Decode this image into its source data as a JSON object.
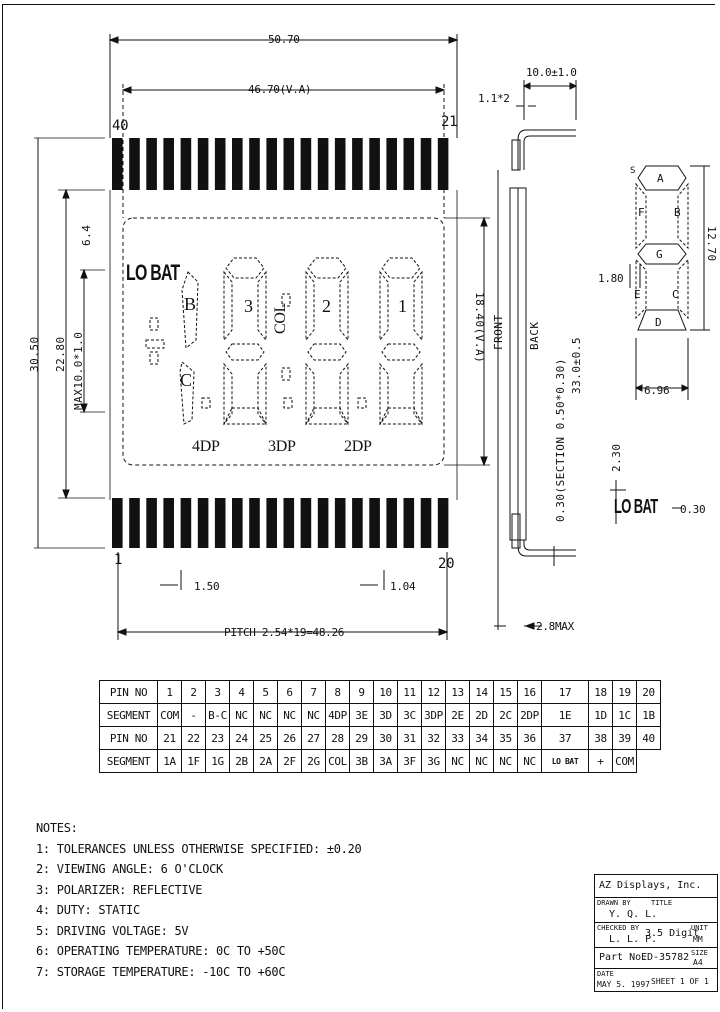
{
  "dimensions": {
    "overall_width": "50.70",
    "va_width": "46.70(V.A)",
    "pin_first_top": "40",
    "pin_last_top": "21",
    "pin_first_bottom": "1",
    "pin_last_bottom": "20",
    "height_total": "30.50",
    "height_inner": "22.80",
    "max_height": "MAX10.0*1.0",
    "top_margin": "6.4",
    "va_height": "18.40(V.A)",
    "pin_offset": "1.50",
    "pin_gap": "1.04",
    "pitch": "PITCH 2.54*19=48.26"
  },
  "side_view": {
    "thickness": "10.0±1.0",
    "lead": "1.1*2",
    "front": "FRONT",
    "back": "BACK",
    "section": "0.30(SECTION 0.50*0.30)",
    "length": "33.0±0.5",
    "max": "2.8MAX"
  },
  "lcd": {
    "lobat": "LO BAT",
    "digit_labels": [
      "3",
      "2",
      "1"
    ],
    "seg_b": "B",
    "seg_c": "C",
    "col": "COL",
    "dp_labels": [
      "4DP",
      "3DP",
      "2DP"
    ]
  },
  "segment_detail": {
    "labels": {
      "a": "A",
      "b": "B",
      "c": "C",
      "d": "D",
      "e": "E",
      "f": "F",
      "g": "G",
      "s": "S"
    },
    "height": "12.70",
    "stroke": "1.80",
    "width": "6.96"
  },
  "lobat_detail": {
    "label": "LO BAT",
    "height": "2.30",
    "stroke": "0.30"
  },
  "pin_table": [
    {
      "header": "PIN NO",
      "cells": [
        "1",
        "2",
        "3",
        "4",
        "5",
        "6",
        "7",
        "8",
        "9",
        "10",
        "11",
        "12",
        "13",
        "14",
        "15",
        "16",
        "17",
        "18",
        "19",
        "20"
      ]
    },
    {
      "header": "SEGMENT",
      "cells": [
        "COM",
        "-",
        "B-C",
        "NC",
        "NC",
        "NC",
        "NC",
        "4DP",
        "3E",
        "3D",
        "3C",
        "3DP",
        "2E",
        "2D",
        "2C",
        "2DP",
        "1E",
        "1D",
        "1C",
        "1B"
      ]
    },
    {
      "header": "PIN NO",
      "cells": [
        "21",
        "22",
        "23",
        "24",
        "25",
        "26",
        "27",
        "28",
        "29",
        "30",
        "31",
        "32",
        "33",
        "34",
        "35",
        "36",
        "37",
        "38",
        "39",
        "40"
      ]
    },
    {
      "header": "SEGMENT",
      "cells": [
        "1A",
        "1F",
        "1G",
        "2B",
        "2A",
        "2F",
        "2G",
        "COL",
        "3B",
        "3A",
        "3F",
        "3G",
        "NC",
        "NC",
        "NC",
        "NC",
        "LO BAT",
        "+",
        "COM"
      ]
    }
  ],
  "notes": {
    "title": "NOTES:",
    "items": [
      "1: TOLERANCES UNLESS OTHERWISE SPECIFIED: ±0.20",
      "2: VIEWING ANGLE: 6 O'CLOCK",
      "3: POLARIZER: REFLECTIVE",
      "4: DUTY: STATIC",
      "5: DRIVING VOLTAGE: 5V",
      "6: OPERATING TEMPERATURE: 0C TO +50C",
      "7: STORAGE TEMPERATURE: -10C TO +60C"
    ]
  },
  "title_block": {
    "company": "AZ Displays, Inc.",
    "drawn_by": "DRAWN BY",
    "drawn_name": "Y. Q. L.",
    "title_label": "TITLE",
    "checked_by": "CHECKED BY",
    "checked_name": "L. L. P.",
    "title_value": "3.5 Digit",
    "unit_label": "UNIT",
    "unit_value": "MM",
    "part_no_label": "Part No.",
    "part_no": "ED-35782",
    "size_label": "SIZE",
    "size_value": "A4",
    "date_label": "DATE",
    "date": "MAY 5. 1997",
    "sheet": "SHEET 1 OF 1"
  }
}
